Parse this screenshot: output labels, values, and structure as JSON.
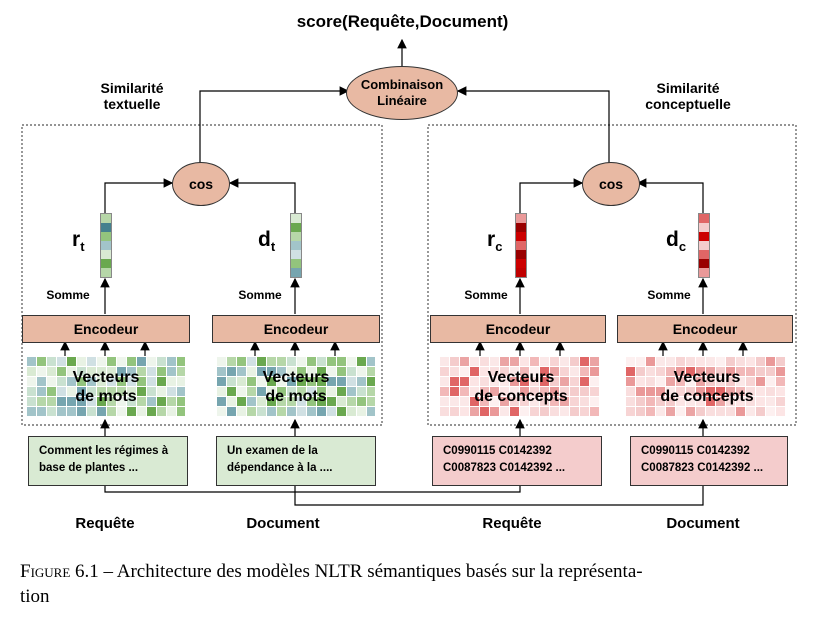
{
  "title": "score(Requête,Document)",
  "combination": {
    "line1": "Combinaison",
    "line2": "Linéaire"
  },
  "left_group": {
    "title_line1": "Similarité",
    "title_line2": "textuelle"
  },
  "right_group": {
    "title_line1": "Similarité",
    "title_line2": "conceptuelle"
  },
  "cos_label": "cos",
  "somme_label": "Somme",
  "encoder_label": "Encodeur",
  "vectors": {
    "rt": {
      "main": "r",
      "sub": "t"
    },
    "dt": {
      "main": "d",
      "sub": "t"
    },
    "rc": {
      "main": "r",
      "sub": "c"
    },
    "dc": {
      "main": "d",
      "sub": "c"
    }
  },
  "matrices": {
    "words": {
      "line1": "Vecteurs",
      "line2": "de mots"
    },
    "concepts": {
      "line1": "Vecteurs",
      "line2": "de concepts"
    }
  },
  "inputs": {
    "q_text": {
      "line1": "Comment les régimes à",
      "line2": "base de plantes ..."
    },
    "d_text": {
      "line1": "Un examen de la",
      "line2": "dépendance à la ...."
    },
    "q_concept": {
      "line1": "C0990115 C0142392",
      "line2": "C0087823 C0142392 ..."
    },
    "d_concept": {
      "line1": "C0990115 C0142392",
      "line2": "C0087823 C0142392 ..."
    }
  },
  "bottom_labels": {
    "q1": "Requête",
    "d1": "Document",
    "q2": "Requête",
    "d2": "Document"
  },
  "caption": {
    "prefix": "Figure 6.1",
    "text": " – Architecture des modèles NLTR sémantiques basés sur la représenta-",
    "text2": "tion"
  },
  "colors": {
    "encoder": "#e8b9a3",
    "text_input": "#d9ead3",
    "concept_input": "#f4cccc"
  }
}
